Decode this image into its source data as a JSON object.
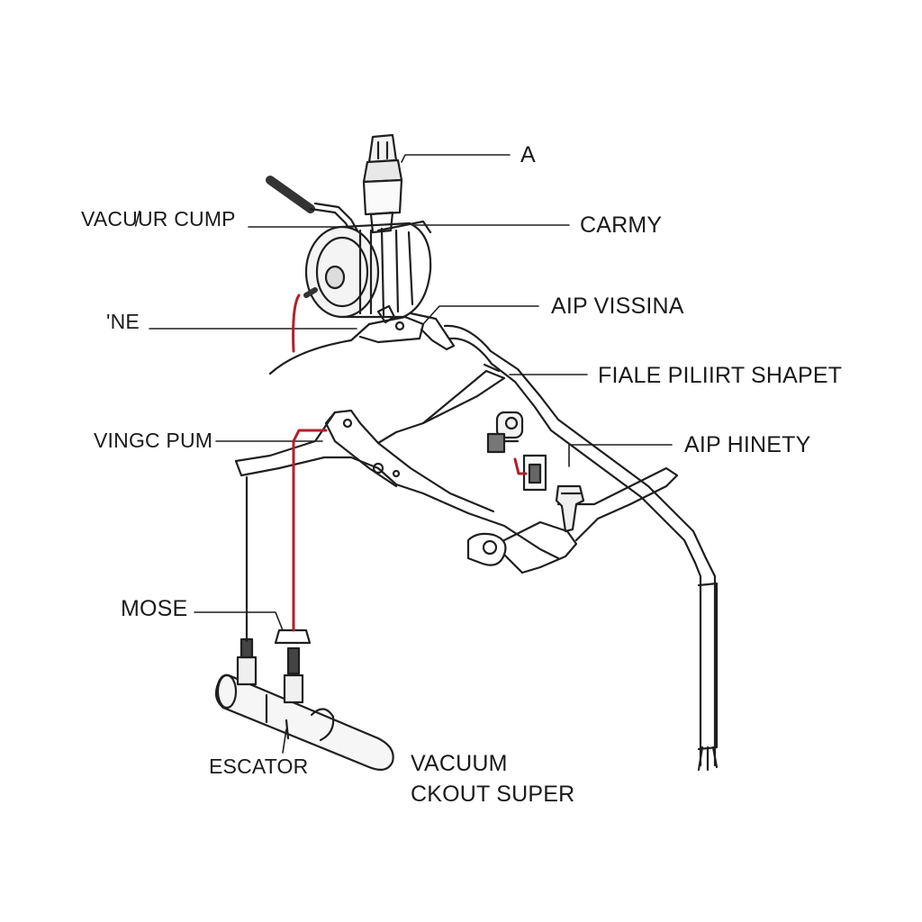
{
  "colors": {
    "line": "#1f1f1f",
    "wire": "#b0202a",
    "background": "#ffffff"
  },
  "labels": {
    "a": "A",
    "vacuum_pump": "VACU̸UR CUMP",
    "carmy": "CARMY",
    "ne": "ʹNE",
    "aip_vissina": "AIP VISSINA",
    "fiale_pilirt_shapet": "FIALE PILIIRT SHAPET",
    "vingc_pum": "VINGC PUM",
    "aip_hinety": "AIP HINETY",
    "mose": "MOSE",
    "escator": "ESCATOR",
    "vacuum_ckout_super_line1": "VACUUM",
    "vacuum_ckout_super_line2": "CKOUT SUPER"
  }
}
